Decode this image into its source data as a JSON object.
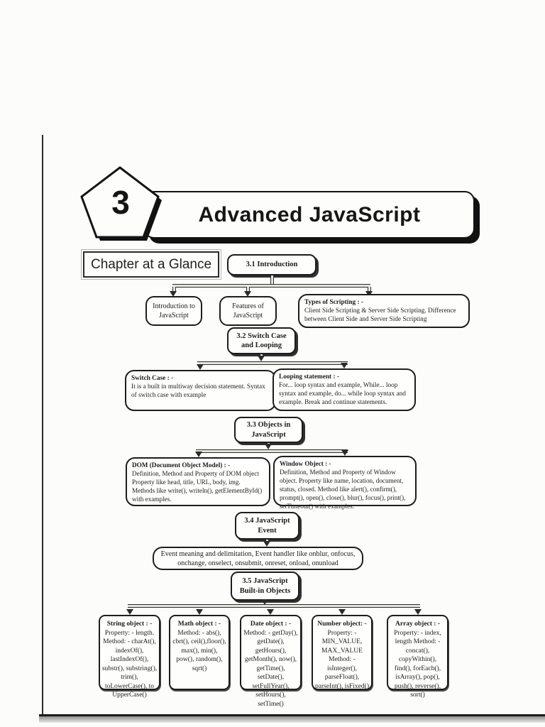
{
  "page": {
    "chapter_number": "3",
    "chapter_title": "Advanced JavaScript",
    "glance_label": "Chapter at a Glance"
  },
  "flowchart": {
    "n31": "3.1 Introduction",
    "intro": {
      "body": "Introduction to JavaScript"
    },
    "features": {
      "body": "Features of JavaScript"
    },
    "types": {
      "title": "Types of Scripting : -",
      "body": "Client Side Scripting & Server Side Scripting. Difference between Client Side and Server Side Scripting"
    },
    "n32": "3.2 Switch Case and Looping",
    "switch": {
      "title": "Switch Case : -",
      "body": "It is a built in multiway decision statement. Syntax of switch case with example"
    },
    "looping": {
      "title": "Looping statement : -",
      "body": "For... loop syntax and example, While... loop syntax and example, do... while loop syntax and example. Break and continue statements."
    },
    "n33": "3.3 Objects in JavaScript",
    "dom": {
      "title": "DOM (Document Object Model) : -",
      "body": "Definition, Method and Property of DOM object Property like head, title, URL, body, img. Methods like write(), writeln(), getElementById() with examples."
    },
    "window": {
      "title": "Window Object : -",
      "body": "Definition, Method and Property of Window object. Property like name, location, document, status, closed. Method like alert(), confirm(), prompt(), open(), close(), blur(), focus(), print(), setTimeout() with examples."
    },
    "n34": "3.4 JavaScript Event",
    "event": {
      "body": "Event meaning and delimitation, Event handler like onblur, onfocus, onchange, onselect, onsubmit, onreset, onload, onunload"
    },
    "n35": "3.5 JavaScript Built-in Objects",
    "string": {
      "title": "String object : -",
      "body": "Property: - length. Method: - charAt(), indexOf(), lastIndexOf(), substr(), substring(), trim(), toLowerCase(), to UpperCase()"
    },
    "math": {
      "title": "Math object : -",
      "body": "Method: - abs(), cbrt(), ceil(),floor(), max(), min(), pow(), random(), sqrt()"
    },
    "date": {
      "title": "Date object : -",
      "body": "Method: - getDay(), getDate(), getHours(), getMonth(), now(), getTime(), setDate(), setFullYear(), setHours(), setTime()"
    },
    "number": {
      "title": "Number object: -",
      "body": "Property: - MIN_VALUE, MAX_VALUE Method: - isInteger(), parseFloat(), parseInt(), isFixed()"
    },
    "array": {
      "title": "Array object : -",
      "body": "Property: - index, length Method: - concat(), copyWithin(), find(), forEach(), isArray(), pop(), push(), reverse(), sort()"
    }
  }
}
